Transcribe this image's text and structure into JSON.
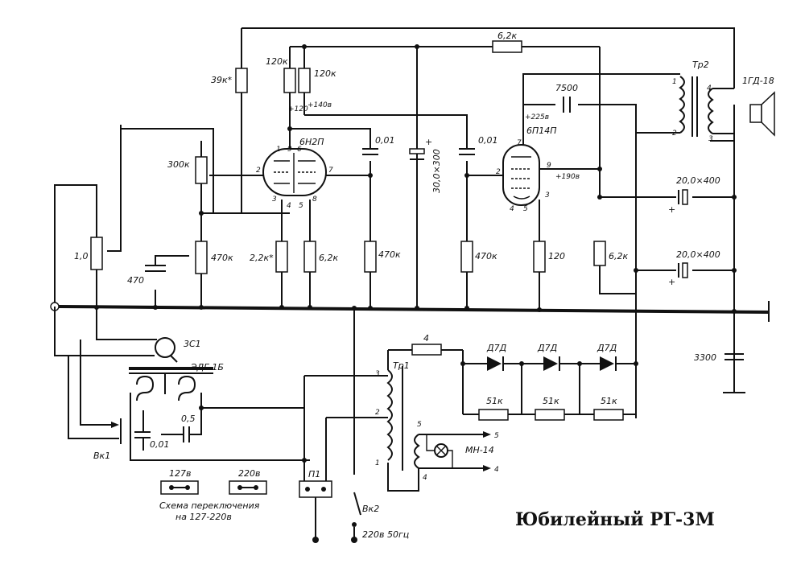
{
  "title": "Юбилейный РГ-3М",
  "tubes": {
    "v1": {
      "label": "6Н2П",
      "pins_left": [
        "1",
        "9",
        "6"
      ],
      "pin_grid": "2",
      "pin_plate2": "7",
      "pins_bottom": [
        "3",
        "4",
        "5",
        "8"
      ]
    },
    "v2": {
      "label": "6П14П",
      "pins": [
        "7",
        "2",
        "9",
        "4",
        "5",
        "3"
      ]
    }
  },
  "resistors": {
    "r_39k": "39к*",
    "r_120k_a": "120к",
    "r_120k_b": "120к",
    "r_300k": "300к",
    "r_1_0": "1,0",
    "r_470k_a": "470к",
    "r_2_2k": "2,2к*",
    "r_6_2k_a": "6,2к",
    "r_470k_b": "470к",
    "r_470k_c": "470к",
    "r_120": "120",
    "r_6_2k_b": "6,2к",
    "r_6_2k_top": "6,2к",
    "r_4": "4",
    "r_51k_a": "51к",
    "r_51k_b": "51к",
    "r_51k_c": "51к"
  },
  "capacitors": {
    "c_470": "470",
    "c_001_a": "0,01",
    "c_30_300": "30,0×300",
    "c_001_b": "0,01",
    "c_7500": "7500",
    "c_20_400_a": "20,0×400",
    "c_20_400_b": "20,0×400",
    "c_3300": "3300",
    "c_05": "0,5",
    "c_001_c": "0,01"
  },
  "voltages": {
    "v120": "+120",
    "v140": "+140в",
    "v225": "+225в",
    "v190": "+190в"
  },
  "components": {
    "tr1": "Тр1",
    "tr2": "Тр2",
    "speaker": "1ГД-18",
    "motor_winding": "3С1",
    "motor": "ЭДГ-1Б",
    "sw1": "Вк1",
    "sw2": "Вк2",
    "selector": "П1",
    "lamp": "МН-14",
    "diode_a": "Д7Д",
    "diode_b": "Д7Д",
    "diode_c": "Д7Д"
  },
  "transformer_pins": {
    "tr2": [
      "1",
      "2",
      "4",
      "3"
    ],
    "tr1": [
      "3",
      "2",
      "1",
      "5",
      "4"
    ],
    "outputs": [
      "5",
      "4"
    ]
  },
  "mains": {
    "opt_127": "127в",
    "opt_220": "220в",
    "caption_1": "Схема переключения",
    "caption_2": "на 127-220в",
    "supply": "220в 50гц"
  }
}
